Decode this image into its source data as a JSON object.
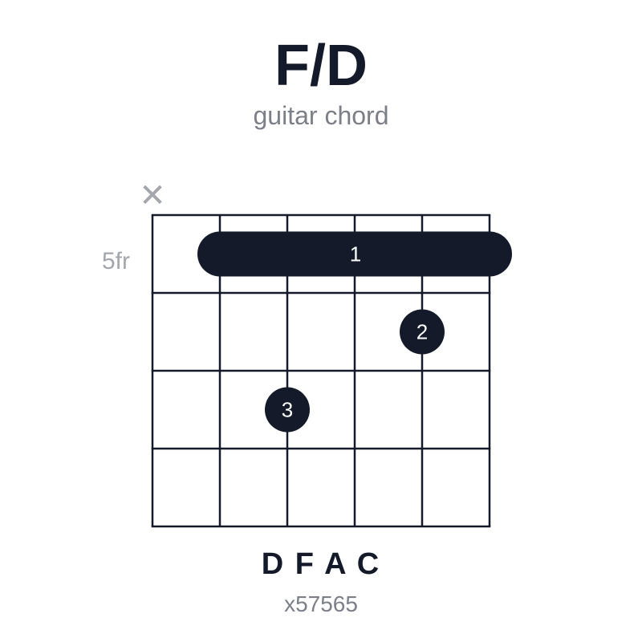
{
  "chord": {
    "name": "F/D",
    "subtitle": "guitar chord",
    "notes": "D F A C",
    "fingering": "x57565"
  },
  "diagram": {
    "base_fret_label": "5fr",
    "base_fret": 5,
    "strings": 6,
    "frets_shown": 4,
    "muted_strings": [
      1
    ],
    "muted_symbol": "✕",
    "barre": {
      "finger": "1",
      "fret": 1,
      "from_string": 2,
      "to_string": 6
    },
    "dots": [
      {
        "finger": "2",
        "string": 5,
        "fret": 2
      },
      {
        "finger": "3",
        "string": 3,
        "fret": 3
      }
    ],
    "colors": {
      "ink": "#141a29",
      "muted": "#a3a6ad",
      "subtitle": "#7b7f88",
      "dot_text": "#ffffff"
    }
  }
}
